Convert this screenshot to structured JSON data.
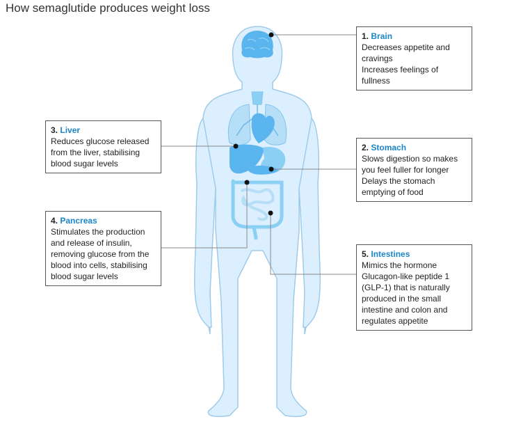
{
  "title": "How semaglutide produces weight loss",
  "callouts": [
    {
      "num": "1.",
      "name": "Brain",
      "lines": [
        "Decreases appetite and",
        "cravings",
        "Increases feelings of",
        "fullness"
      ]
    },
    {
      "num": "2.",
      "name": "Stomach",
      "lines": [
        "Slows digestion so makes",
        "you feel fuller for longer",
        "Delays the stomach",
        "emptying of food"
      ]
    },
    {
      "num": "3.",
      "name": "Liver",
      "lines": [
        "Reduces glucose released",
        "from the liver, stabilising",
        "blood sugar levels"
      ]
    },
    {
      "num": "4.",
      "name": "Pancreas",
      "lines": [
        "Stimulates the production",
        "and release of insulin,",
        "removing glucose from the",
        "blood into cells, stabilising",
        "blood sugar levels"
      ]
    },
    {
      "num": "5.",
      "name": "Intestines",
      "lines": [
        "Mimics the hormone",
        "Glucagon-like peptide 1",
        "(GLP-1) that is naturally",
        "produced in the small",
        "intestine and colon and",
        "regulates appetite"
      ]
    }
  ],
  "colors": {
    "body": "#dcefff",
    "body_outline": "#9fcbea",
    "organ": "#5ab4ee",
    "organ_light": "#8ccff5",
    "accent": "#1a85c8"
  }
}
